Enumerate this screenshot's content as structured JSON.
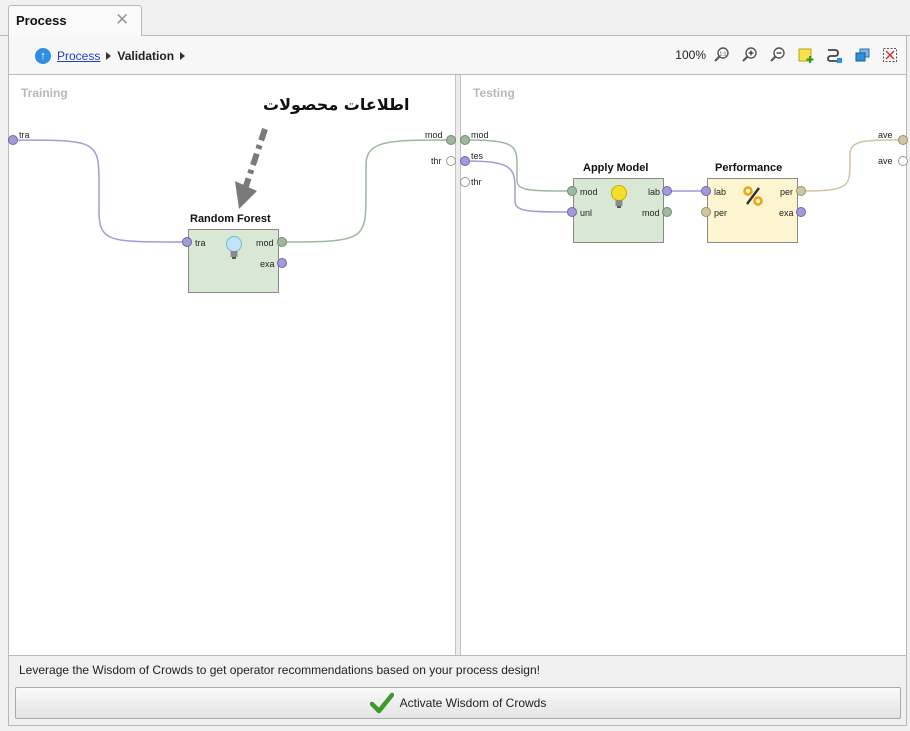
{
  "tab": {
    "title": "Process",
    "close_glyph": "✕"
  },
  "breadcrumb": {
    "up_icon": "arrow-up-circle-icon",
    "root": "Process",
    "current": "Validation"
  },
  "toolbar": {
    "zoom": "100%",
    "icons": [
      "zoom-fit-icon",
      "zoom-in-icon",
      "zoom-out-icon",
      "add-note-icon",
      "auto-wire-icon",
      "arrange-icon",
      "select-all-icon"
    ]
  },
  "training": {
    "title": "Training",
    "annotation": "اطلاعات محصولات",
    "input_port": "tra",
    "output_ports": [
      "mod",
      "thr"
    ],
    "operator": {
      "name": "Random Forest",
      "in_ports": [
        "tra"
      ],
      "out_ports": [
        "mod",
        "exa"
      ],
      "icon": "lightbulb-icon"
    }
  },
  "testing": {
    "title": "Testing",
    "input_ports": [
      "mod",
      "tes",
      "thr"
    ],
    "output_ports": [
      "ave",
      "ave"
    ],
    "apply_model": {
      "name": "Apply Model",
      "in_ports": [
        "mod",
        "unl"
      ],
      "out_ports": [
        "lab",
        "mod"
      ],
      "icon": "lightbulb-icon"
    },
    "performance": {
      "name": "Performance",
      "in_ports": [
        "lab",
        "per"
      ],
      "out_ports": [
        "per",
        "exa"
      ],
      "icon": "percent-icon"
    }
  },
  "colors": {
    "example_set": "#a49ad8",
    "model": "#9fb89f",
    "performance": "#cfc6a4",
    "link": "#1b3fcf"
  },
  "wisdom": {
    "message": "Leverage the Wisdom of Crowds to get operator recommendations based on your process design!",
    "button_label": "Activate Wisdom of Crowds",
    "button_icon": "checkmark-icon"
  }
}
